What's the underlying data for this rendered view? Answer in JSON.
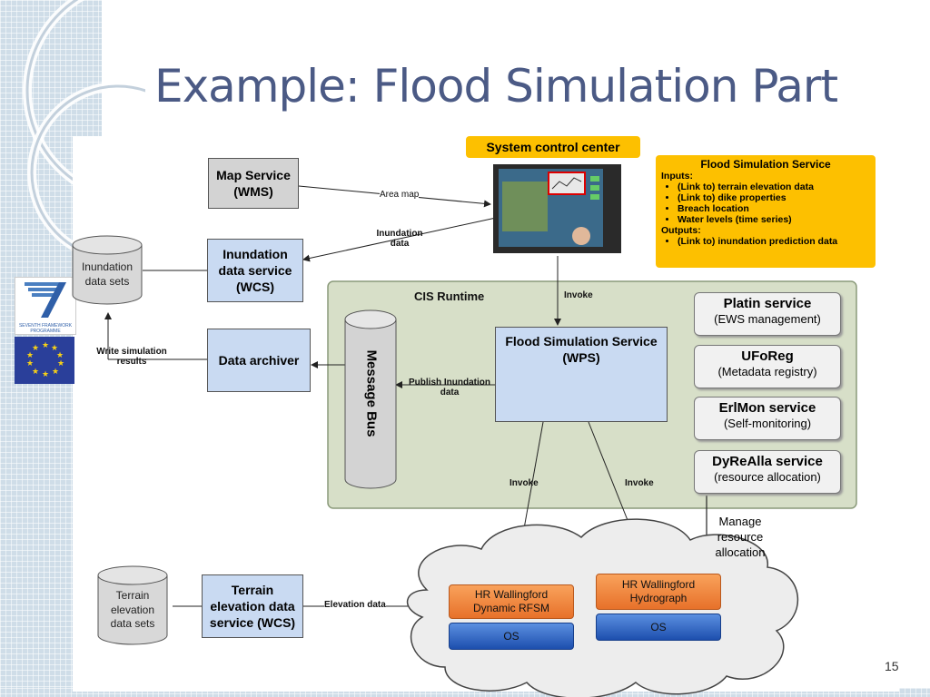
{
  "slide": {
    "title": "Example: Flood Simulation Part",
    "page_number": "15"
  },
  "logos": {
    "fp7_caption": "SEVENTH FRAMEWORK PROGRAMME"
  },
  "diagram": {
    "map_service": "Map Service (WMS)",
    "inundation_data_service": "Inundation data service (WCS)",
    "inundation_data_sets": "Inundation data sets",
    "data_archiver": "Data archiver",
    "write_simulation_results": "Write simulation results",
    "system_control_center": "System control center",
    "area_map_label": "Area map",
    "inundation_data_label": "Inundation data",
    "cis_runtime": "CIS Runtime",
    "invoke_top": "Invoke",
    "message_bus": "Message Bus",
    "flood_sim_wps": "Flood Simulation Service (WPS)",
    "publish_label": "Publish Inundation data",
    "invoke_left": "Invoke",
    "invoke_right": "Invoke",
    "manage_resource": "Manage resource allocation",
    "services": [
      {
        "name": "Platin service",
        "desc": "(EWS management)"
      },
      {
        "name": "UFoReg",
        "desc": "(Metadata registry)"
      },
      {
        "name": "ErlMon service",
        "desc": "(Self-monitoring)"
      },
      {
        "name": "DyReAlla service",
        "desc": "(resource allocation)"
      }
    ],
    "fss_info": {
      "heading": "Flood Simulation Service",
      "inputs_label": "Inputs:",
      "inputs": [
        "(Link to) terrain elevation data",
        "(Link to) dike properties",
        "Breach location",
        "Water levels (time series)"
      ],
      "outputs_label": "Outputs:",
      "outputs": [
        "(Link to) inundation prediction data"
      ]
    },
    "terrain_data_sets": "Terrain elevation data sets",
    "terrain_service": "Terrain elevation data service (WCS)",
    "elevation_data_label": "Elevation data",
    "cloud": {
      "rfsm": "HR Wallingford Dynamic RFSM",
      "hydrograph": "HR Wallingford Hydrograph",
      "os_left": "OS",
      "os_right": "OS"
    }
  }
}
